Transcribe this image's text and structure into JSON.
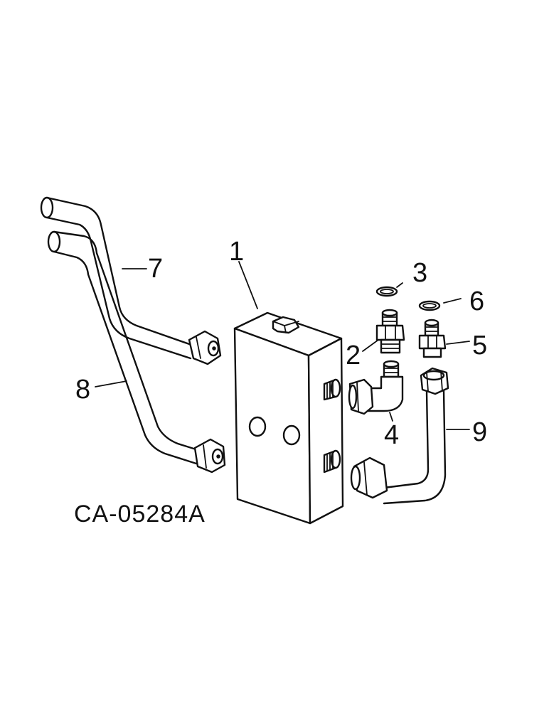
{
  "diagram": {
    "drawing_code": "CA-05284A",
    "callouts": [
      {
        "id": "1",
        "label": "1"
      },
      {
        "id": "2",
        "label": "2"
      },
      {
        "id": "3",
        "label": "3"
      },
      {
        "id": "4",
        "label": "4"
      },
      {
        "id": "5",
        "label": "5"
      },
      {
        "id": "6",
        "label": "6"
      },
      {
        "id": "7",
        "label": "7"
      },
      {
        "id": "8",
        "label": "8"
      },
      {
        "id": "9",
        "label": "9"
      }
    ]
  }
}
